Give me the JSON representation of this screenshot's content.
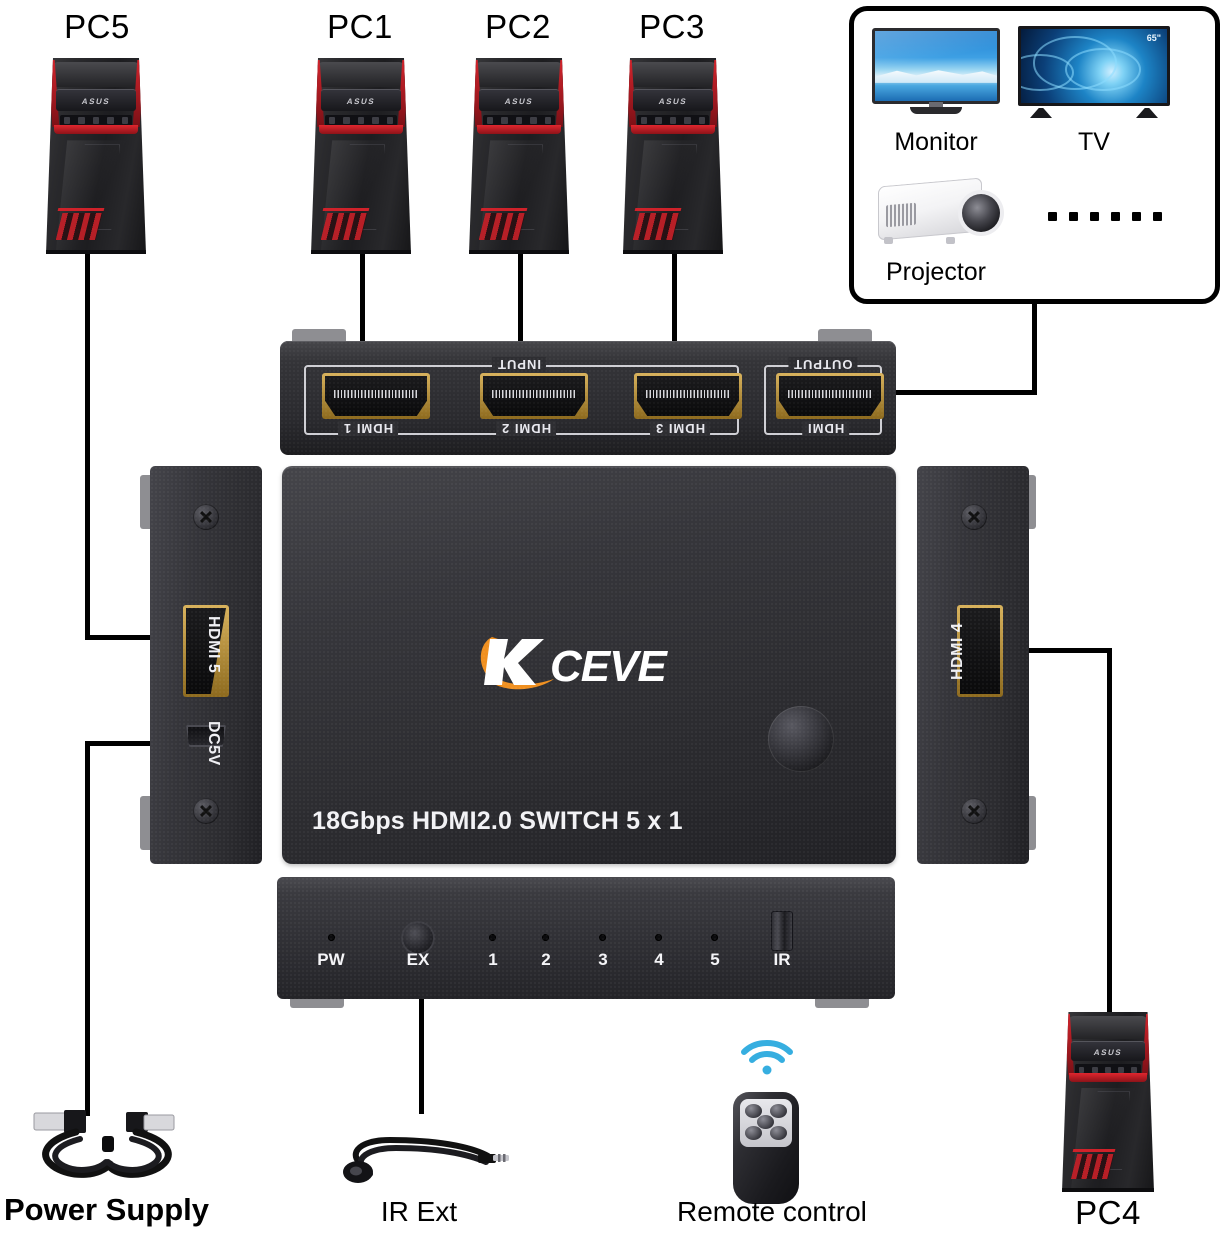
{
  "diagram": {
    "title": "KCEVE 18Gbps HDMI2.0 SWITCH 5 x 1 connection diagram"
  },
  "sources": [
    {
      "id": "pc5",
      "label": "PC5",
      "brand": "ASUS",
      "connects_to": "HDMI 5"
    },
    {
      "id": "pc1",
      "label": "PC1",
      "brand": "ASUS",
      "connects_to": "HDMI 1"
    },
    {
      "id": "pc2",
      "label": "PC2",
      "brand": "ASUS",
      "connects_to": "HDMI 2"
    },
    {
      "id": "pc3",
      "label": "PC3",
      "brand": "ASUS",
      "connects_to": "HDMI 3"
    },
    {
      "id": "pc4",
      "label": "PC4",
      "brand": "ASUS",
      "connects_to": "HDMI 4"
    }
  ],
  "device": {
    "brand": "KCEVE",
    "model_text": "18Gbps HDMI2.0 SWITCH 5 x 1",
    "rear": {
      "input_group_label": "INPUT",
      "output_group_label": "OUTPUT",
      "input_ports": [
        "HDMI 1",
        "HDMI 2",
        "HDMI 3"
      ],
      "output_ports": [
        "HDMI"
      ]
    },
    "left_panel": {
      "hdmi_label": "HDMI 5",
      "power_label": "DC5V"
    },
    "right_panel": {
      "hdmi_label": "HDMI 4"
    },
    "front_panel": {
      "indicators": [
        "PW",
        "EX",
        "1",
        "2",
        "3",
        "4",
        "5",
        "IR"
      ]
    },
    "knob_name": "select-button"
  },
  "display_box": {
    "items": [
      {
        "id": "monitor",
        "label": "Monitor"
      },
      {
        "id": "tv",
        "label": "TV",
        "badge": "65\""
      },
      {
        "id": "projector",
        "label": "Projector"
      },
      {
        "id": "more",
        "label": "......"
      }
    ]
  },
  "accessories": [
    {
      "id": "power-supply",
      "label": "Power Supply"
    },
    {
      "id": "ir-ext",
      "label": "IR Ext"
    },
    {
      "id": "remote",
      "label": "Remote control"
    }
  ],
  "colors": {
    "wire": "#000000",
    "chassis": "#2e2e33",
    "logo_accent": "#F09020",
    "logo_text": "#FFFFFF",
    "port_gold": "#C9A34E",
    "wifi_blue": "#36AEE0",
    "pc_accent_red": "#D2242C",
    "background": "#FFFFFF"
  }
}
